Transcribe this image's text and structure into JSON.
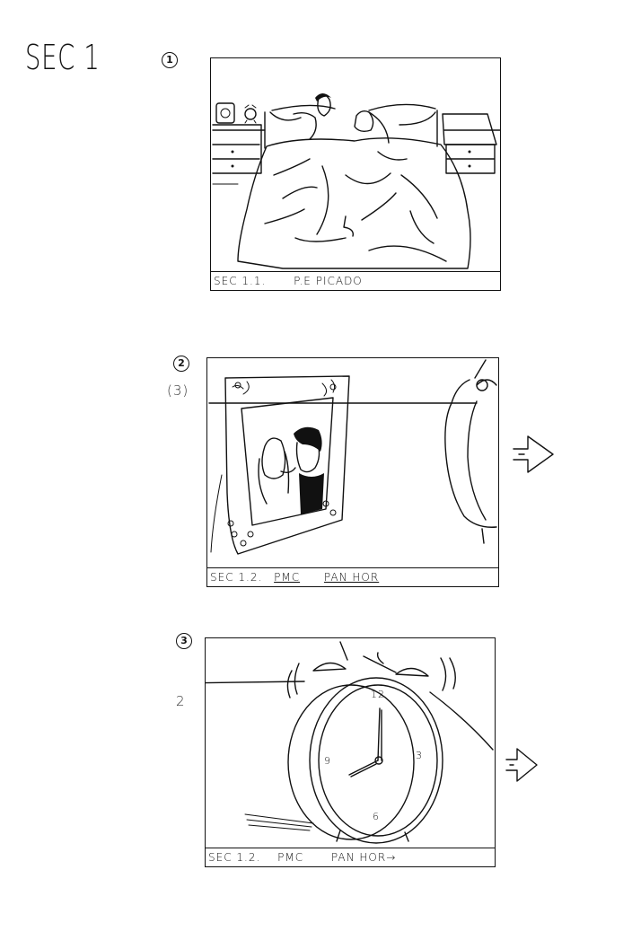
{
  "sheet": {
    "title": "SEC 1"
  },
  "panels": [
    {
      "number": "1",
      "caption": {
        "shot": "SEC 1.1.",
        "plane": "P.E PICADO",
        "movement": ""
      }
    },
    {
      "number": "2",
      "alt_number": "(3)",
      "caption": {
        "shot": "SEC 1.2.",
        "plane": "PMC",
        "movement": "PAN HOR"
      }
    },
    {
      "number": "3",
      "alt_number": "2",
      "caption": {
        "shot": "SEC 1.2.",
        "plane": "PMC",
        "movement": "PAN HOR→"
      }
    }
  ],
  "clock_face": {
    "top": "12",
    "right": "3",
    "bottom": "6",
    "left": "9"
  }
}
